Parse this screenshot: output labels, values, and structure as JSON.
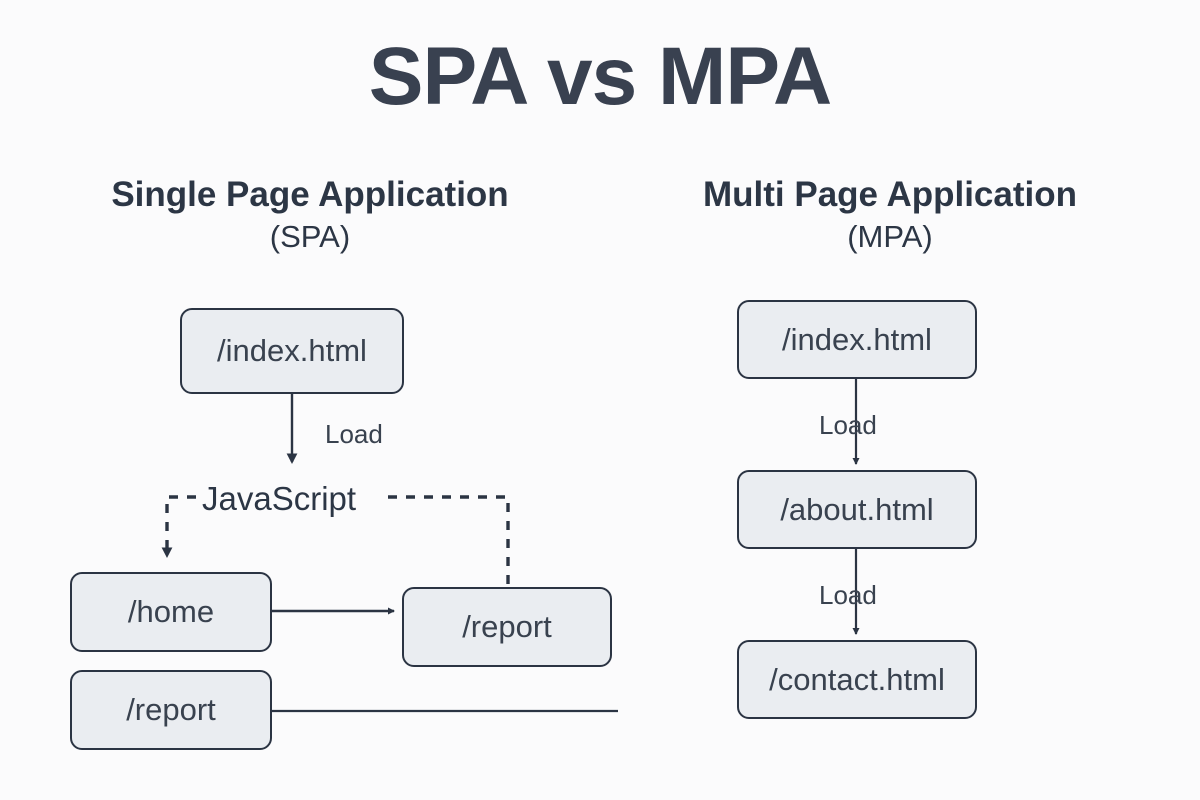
{
  "title": "SPA vs MPA",
  "columns": {
    "spa": {
      "heading_main": "Single Page Application",
      "heading_sub": "(SPA)",
      "nodes": {
        "index": "/index.html",
        "javascript": "JavaScript",
        "home": "/home",
        "report_right": "/report",
        "report_bottom": "/report"
      },
      "edges": {
        "load": "Load"
      }
    },
    "mpa": {
      "heading_main": "Multi Page Application",
      "heading_sub": "(MPA)",
      "nodes": {
        "index": "/index.html",
        "about": "/about.html",
        "contact": "/contact.html"
      },
      "edges": {
        "load_1": "Load",
        "load_2": "Load"
      }
    }
  },
  "colors": {
    "background": "#fbfbfc",
    "text_dark": "#2c3645",
    "box_fill": "#eaedf1",
    "box_border": "#2b3443",
    "line": "#2b3443"
  }
}
